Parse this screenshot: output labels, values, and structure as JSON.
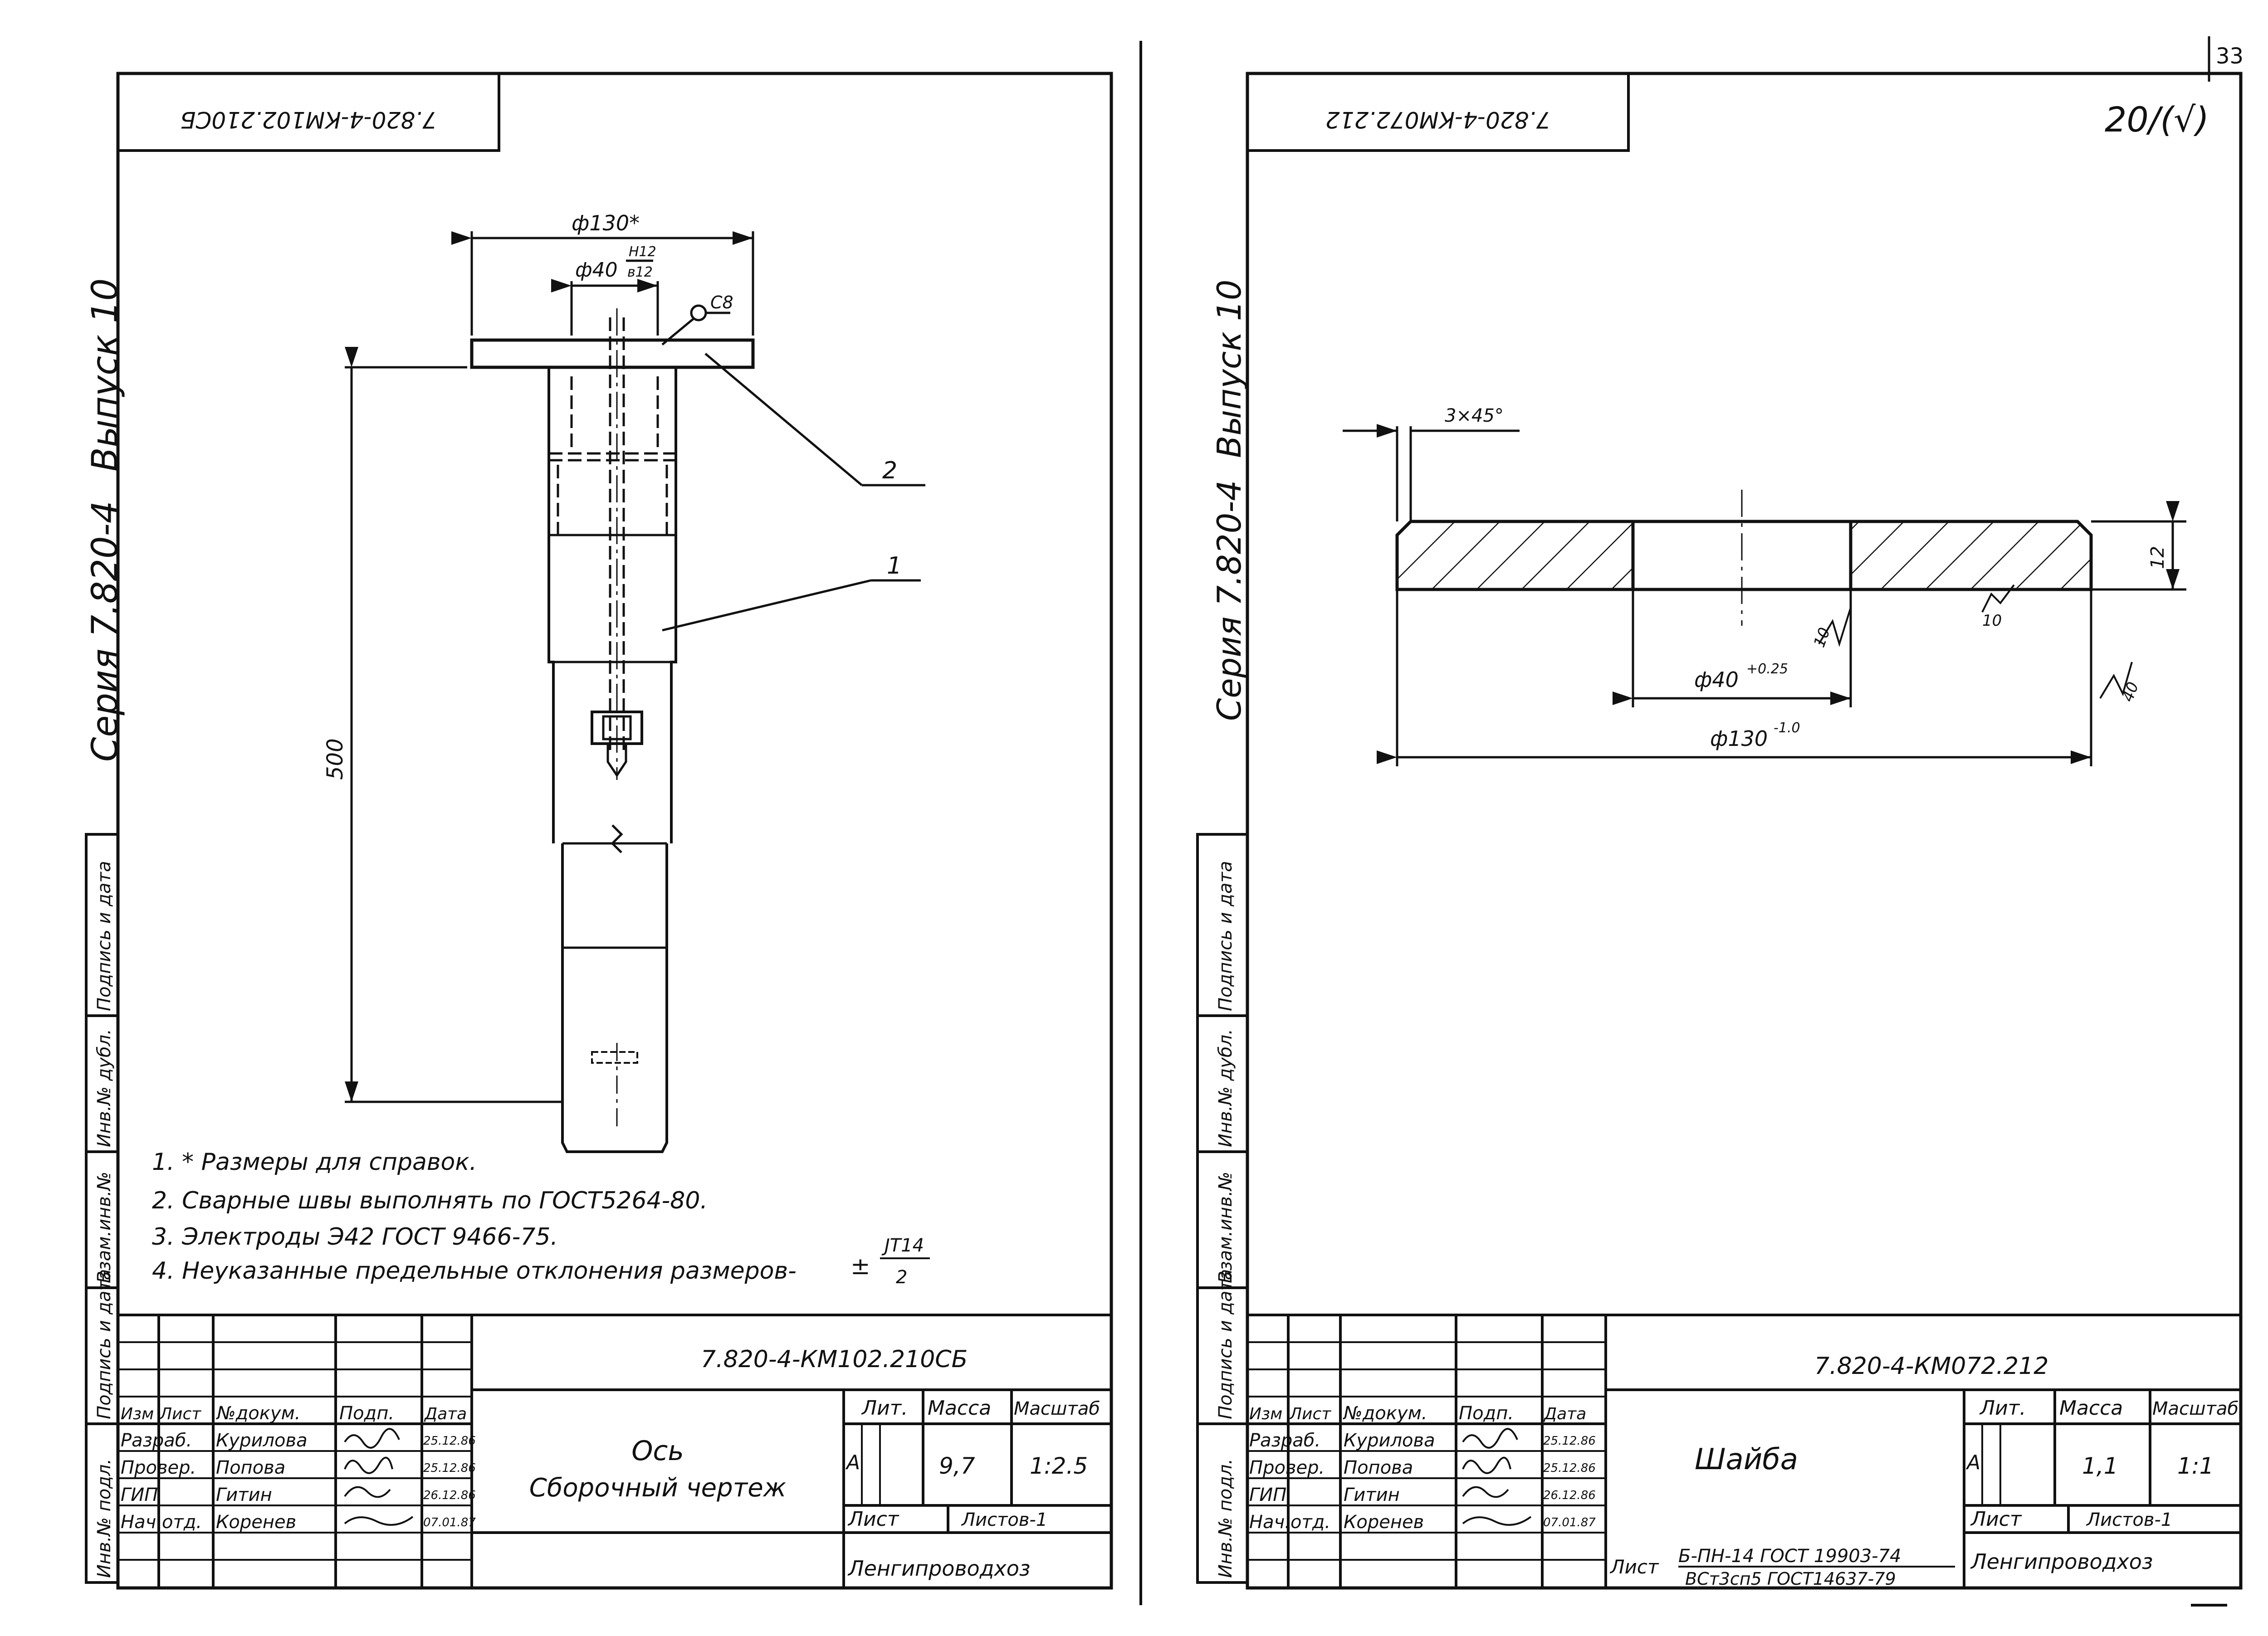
{
  "page_number": "33",
  "series": {
    "vertical_issue": "Выпуск 10",
    "vertical_series": "Серия 7.820-4"
  },
  "side_stamp": {
    "cells": [
      "Инв.№ подл.",
      "Подпись и дата",
      "Взам.инв.№",
      "Инв.№ дубл.",
      "Подпись и дата"
    ]
  },
  "left_sheet": {
    "corner_code": "7.820-4-КМ102.210СБ",
    "dims": {
      "outer_dia": "ф130*",
      "inner_dia": "ф40",
      "tol_top": "H12",
      "tol_bottom": "в12",
      "weld": "С8",
      "height": "500"
    },
    "callouts": [
      "2",
      "1"
    ],
    "notes": [
      "1. * Размеры для справок.",
      "2. Сварные швы выполнять по ГОСТ5264-80.",
      "3. Электроды Э42 ГОСТ 9466-75.",
      "4. Неуказанные предельные отклонения размеров-"
    ],
    "tolerance": {
      "sign": "±",
      "num": "JT14",
      "den": "2"
    },
    "title_block": {
      "doc_code": "7.820-4-КМ102.210СБ",
      "col_headers": [
        "Изм",
        "Лист",
        "№докум.",
        "Подп.",
        "Дата"
      ],
      "rows": [
        {
          "role": "Разраб.",
          "name": "Курилова",
          "date": "25.12.86"
        },
        {
          "role": "Провер.",
          "name": "Попова",
          "date": "25.12.86"
        },
        {
          "role": "ГИП",
          "name": "Гитин",
          "date": "26.12.86"
        },
        {
          "role": "Нач.отд.",
          "name": "Коренев",
          "date": "07.01.87"
        }
      ],
      "title_line1": "Ось",
      "title_line2": "Сборочный чертеж",
      "lit_label": "Лит.",
      "mass_label": "Масса",
      "scale_label": "Масштаб",
      "lit_value": "А",
      "mass_value": "9,7",
      "scale_value": "1:2.5",
      "sheet_label": "Лист",
      "sheets_label": "Листов-1",
      "org": "Ленгипроводхоз"
    }
  },
  "right_sheet": {
    "corner_code": "7.820-4-КМ072.212",
    "roughness": "20/(√)",
    "dims": {
      "chamfer": "3×45°",
      "thickness": "12",
      "r10a": "10",
      "r10b": "10",
      "r40": "40",
      "inner_dia": "ф40",
      "inner_tol": "+0.25",
      "outer_dia": "ф130",
      "outer_tol": "-1.0"
    },
    "title_block": {
      "doc_code": "7.820-4-КМ072.212",
      "col_headers": [
        "Изм",
        "Лист",
        "№докум.",
        "Подп.",
        "Дата"
      ],
      "rows": [
        {
          "role": "Разраб.",
          "name": "Курилова",
          "date": "25.12.86"
        },
        {
          "role": "Провер.",
          "name": "Попова",
          "date": "25.12.86"
        },
        {
          "role": "ГИП",
          "name": "Гитин",
          "date": "26.12.86"
        },
        {
          "role": "Нач.отд.",
          "name": "Коренев",
          "date": "07.01.87"
        }
      ],
      "title_line1": "Шайба",
      "lit_label": "Лит.",
      "mass_label": "Масса",
      "scale_label": "Масштаб",
      "lit_value": "А",
      "mass_value": "1,1",
      "scale_value": "1:1",
      "sheet_label": "Лист",
      "sheets_label": "Листов-1",
      "material_prefix": "Лист",
      "material_top": "Б-ПН-14 ГОСТ 19903-74",
      "material_bottom": "ВСт3сп5 ГОСТ14637-79",
      "org": "Ленгипроводхоз"
    }
  }
}
